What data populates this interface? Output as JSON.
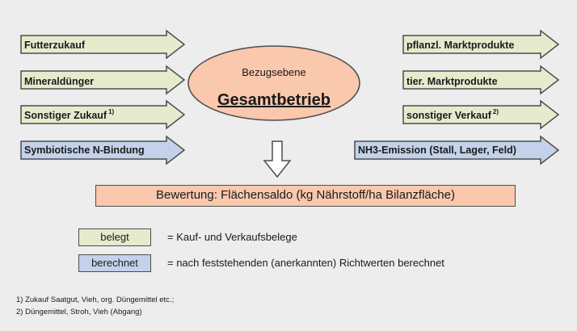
{
  "inputs": [
    {
      "label": "Futterzukauf",
      "sup": "",
      "kind": "belegt"
    },
    {
      "label": "Mineraldünger",
      "sup": "",
      "kind": "belegt"
    },
    {
      "label": "Sonstiger Zukauf",
      "sup": "1)",
      "kind": "belegt"
    },
    {
      "label": "Symbiotische N-Bindung",
      "sup": "",
      "kind": "berechnet"
    }
  ],
  "outputs": [
    {
      "label": "pflanzl. Marktprodukte",
      "sup": "",
      "kind": "belegt"
    },
    {
      "label": "tier. Marktprodukte",
      "sup": "",
      "kind": "belegt"
    },
    {
      "label": "sonstiger Verkauf",
      "sup": "2)",
      "kind": "belegt"
    },
    {
      "label": "NH3-Emission (Stall, Lager, Feld)",
      "sup": "",
      "kind": "berechnet"
    }
  ],
  "center": {
    "top": "Bezugsebene",
    "main": "Gesamtbetrieb"
  },
  "result": "Bewertung: Flächensaldo (kg Nährstoff/ha Bilanzfläche)",
  "legend": {
    "belegt_label": "belegt",
    "belegt_text": "= Kauf- und Verkaufsbelege",
    "berechnet_label": "berechnet",
    "berechnet_text": "= nach feststehenden (anerkannten) Richtwerten berechnet"
  },
  "footnotes": [
    "1) Zukauf Saatgut, Vieh, org. Düngemittel etc.;",
    "2) Düngemittel, Stroh, Vieh (Abgang)"
  ],
  "colors": {
    "belegt": "#e4eccd",
    "berechnet": "#c3d2ea",
    "ellipse": "#f9c8ad",
    "stroke": "#4d4d4d",
    "background": "#ededed"
  }
}
